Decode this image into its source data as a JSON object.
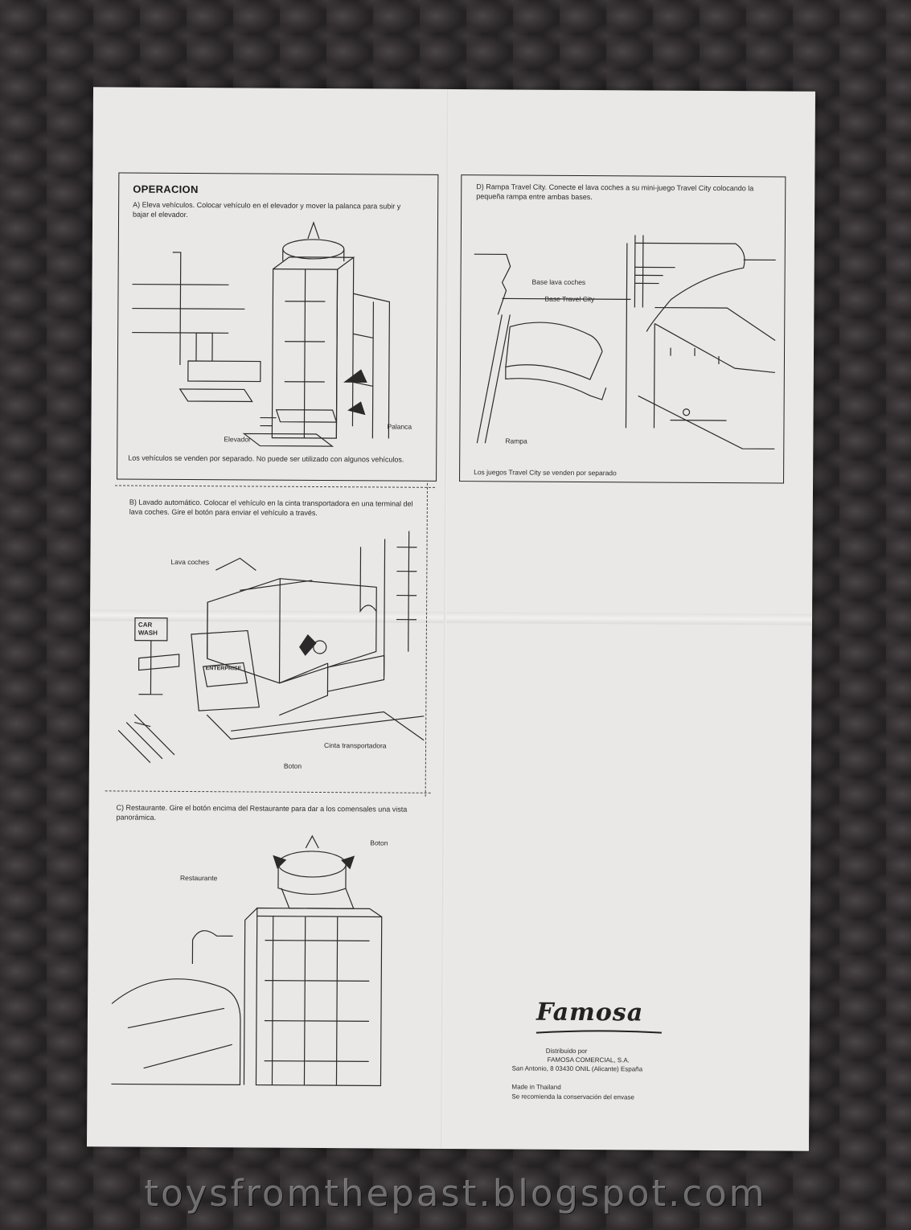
{
  "sheet": {
    "title": "OPERACION",
    "section_a": {
      "text": "A) Eleva vehículos. Colocar vehículo en el elevador y mover la palanca para subir y bajar el elevador.",
      "label_palanca": "Palanca",
      "label_elevador": "Elevador",
      "note": "Los vehículos se venden por separado. No puede ser utilizado con algunos vehículos."
    },
    "section_b": {
      "text": "B) Lavado automático. Colocar el vehículo en la cinta transportadora en una terminal del lava coches. Gire el botón para enviar el vehículo a través.",
      "label_lava_coches": "Lava coches",
      "label_cinta": "Cinta transportadora",
      "label_boton": "Boton",
      "sign_text": "CAR WASH",
      "truck_text": "ENTERPRISE"
    },
    "section_c": {
      "text": "C) Restaurante. Gire el botón encima del Restaurante para dar a los comensales una vista panorámica.",
      "label_boton": "Boton",
      "label_restaurante": "Restaurante"
    },
    "section_d": {
      "text": "D) Rampa Travel City. Conecte el lava coches a su mini-juego Travel City colocando la pequeña rampa entre ambas bases.",
      "label_base_lava": "Base lava coches",
      "label_base_travel": "Base Travel City",
      "label_rampa": "Rampa",
      "note": "Los juegos Travel City se venden por separado"
    },
    "footer": {
      "logo": "Famosa",
      "distributed": "Distribuido por",
      "company": "FAMOSA COMERCIAL, S.A.",
      "address": "San Antonio, 8 03430 ONIL (Alicante) España",
      "made_in": "Made in Thailand",
      "recommendation": "Se recomienda la conservación del envase"
    }
  },
  "watermark": "toysfromthepast.blogspot.com"
}
